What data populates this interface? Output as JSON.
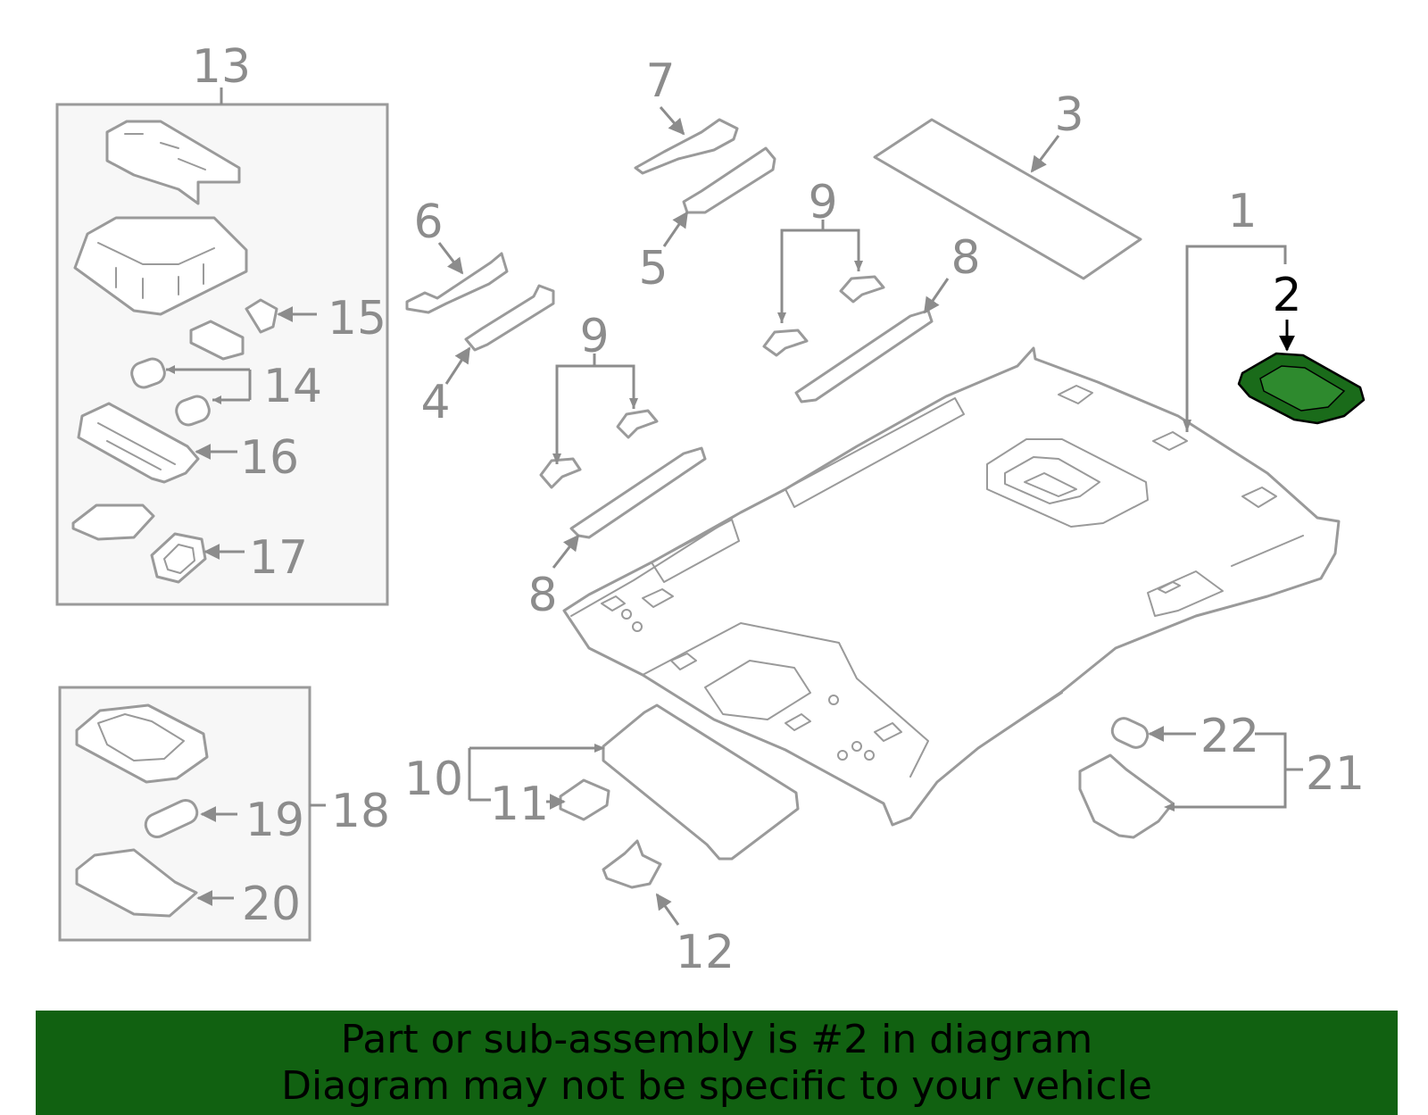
{
  "callouts": {
    "c1": "1",
    "c2": "2",
    "c3": "3",
    "c4": "4",
    "c5": "5",
    "c6": "6",
    "c7": "7",
    "c8a": "8",
    "c8b": "8",
    "c9a": "9",
    "c9b": "9",
    "c10": "10",
    "c11": "11",
    "c12": "12",
    "c13": "13",
    "c14": "14",
    "c15": "15",
    "c16": "16",
    "c17": "17",
    "c18": "18",
    "c19": "19",
    "c20": "20",
    "c21": "21",
    "c22": "22"
  },
  "banner": {
    "line1": "Part or sub-assembly is #2 in diagram",
    "line2": "Diagram may not be specific to your vehicle"
  },
  "colors": {
    "banner_bg": "#116111",
    "highlight_part": "#1a6b1a",
    "outline": "#9a9a9a",
    "callout_text": "#8c8c8c"
  }
}
